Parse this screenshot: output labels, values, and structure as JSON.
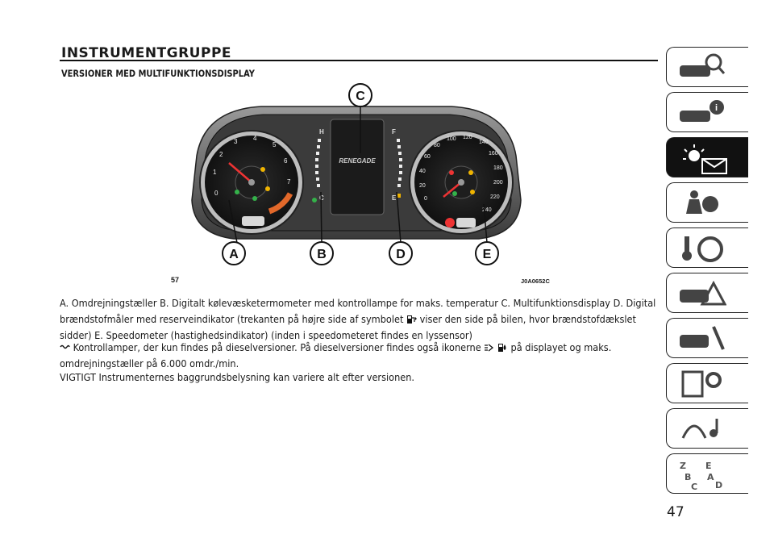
{
  "header": {
    "section_title": "INSTRUMENTGRUPPE",
    "subtitle": "VERSIONER MED MULTIFUNKTIONSDISPLAY"
  },
  "figure": {
    "number": "57",
    "code": "J0A0652C",
    "callouts": [
      "A",
      "B",
      "C",
      "D",
      "E"
    ],
    "badge_text": "RENEGADE",
    "gauge_left_marks": [
      "1",
      "2",
      "3",
      "4",
      "5",
      "6",
      "7",
      "0"
    ],
    "gauge_right_marks": [
      "0",
      "20",
      "40",
      "60",
      "80",
      "100",
      "120",
      "140",
      "160",
      "180",
      "200",
      "220",
      "240"
    ],
    "temp_labels": [
      "H",
      "C"
    ],
    "fuel_labels": [
      "F",
      "E"
    ],
    "icon_names": [
      "warning-lamps",
      "fuel-pump-icon",
      "thermometer-icon"
    ]
  },
  "body": {
    "p1": "A. Omdrejningstæller B. Digitalt kølevæsketermometer med kontrollampe for maks. temperatur C. Multifunktionsdisplay D. Digital brændstofmåler med reserveindikator (trekanten på højre side af symbolet",
    "p1b": "viser den side på bilen, hvor brændstofdækslet sidder) E. Speedometer (hastighedsindikator) (inden i speedometeret findes en lyssensor)",
    "p2": "Kontrollamper, der kun findes på dieselversioner. På dieselversioner findes også ikonerne",
    "p2b": "på displayet og maks. omdrejningstæller på 6.000 omdr./min.",
    "p3": "VIGTIGT Instrumenternes baggrundsbelysning kan variere alt efter versionen."
  },
  "page_number": "47",
  "sidebar": {
    "tabs": [
      {
        "name": "car-search-icon"
      },
      {
        "name": "car-info-icon"
      },
      {
        "name": "light-message-icon",
        "active": true
      },
      {
        "name": "airbag-safety-icon"
      },
      {
        "name": "steering-key-icon"
      },
      {
        "name": "car-warning-icon"
      },
      {
        "name": "car-service-icon"
      },
      {
        "name": "spec-gear-icon"
      },
      {
        "name": "multimedia-icon"
      },
      {
        "name": "index-icon"
      }
    ]
  }
}
